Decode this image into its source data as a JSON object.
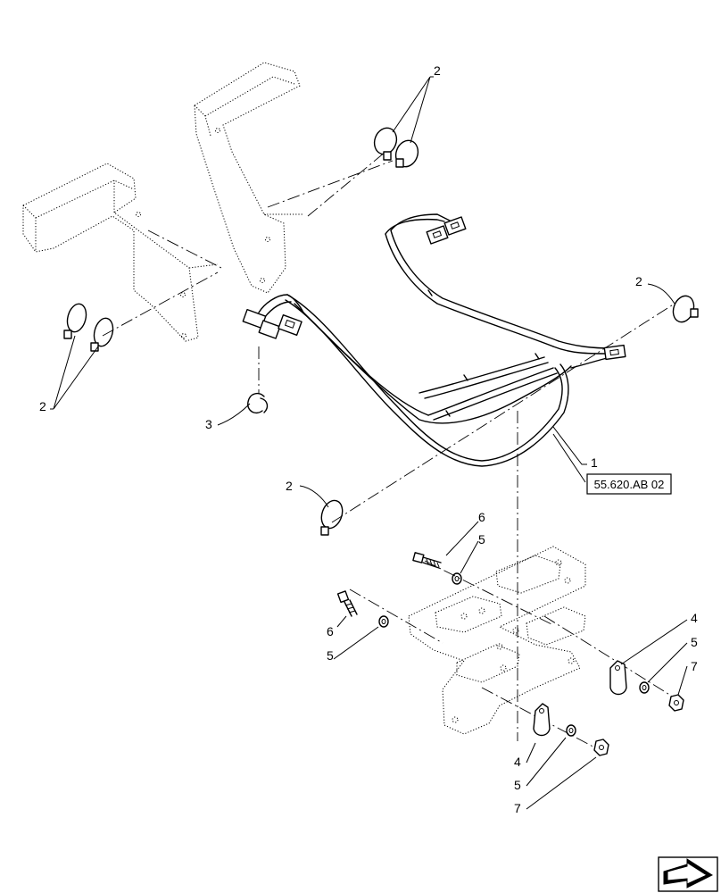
{
  "callouts": {
    "harness": "1",
    "cable_tie_top": "2",
    "cable_tie_left": "2",
    "cable_tie_right": "2",
    "cable_tie_bottom": "2",
    "clip": "3",
    "p_clamp_right": "4",
    "p_clamp_bottom": "4",
    "washer_top": "5",
    "washer_left": "5",
    "washer_right": "5",
    "washer_bottom": "5",
    "bolt_top": "6",
    "bolt_left": "6",
    "nut_right": "7",
    "nut_bottom": "7"
  },
  "reference_box": {
    "text": "55.620.AB 02"
  },
  "icons": {
    "navigation": "next-page-arrow-icon"
  }
}
